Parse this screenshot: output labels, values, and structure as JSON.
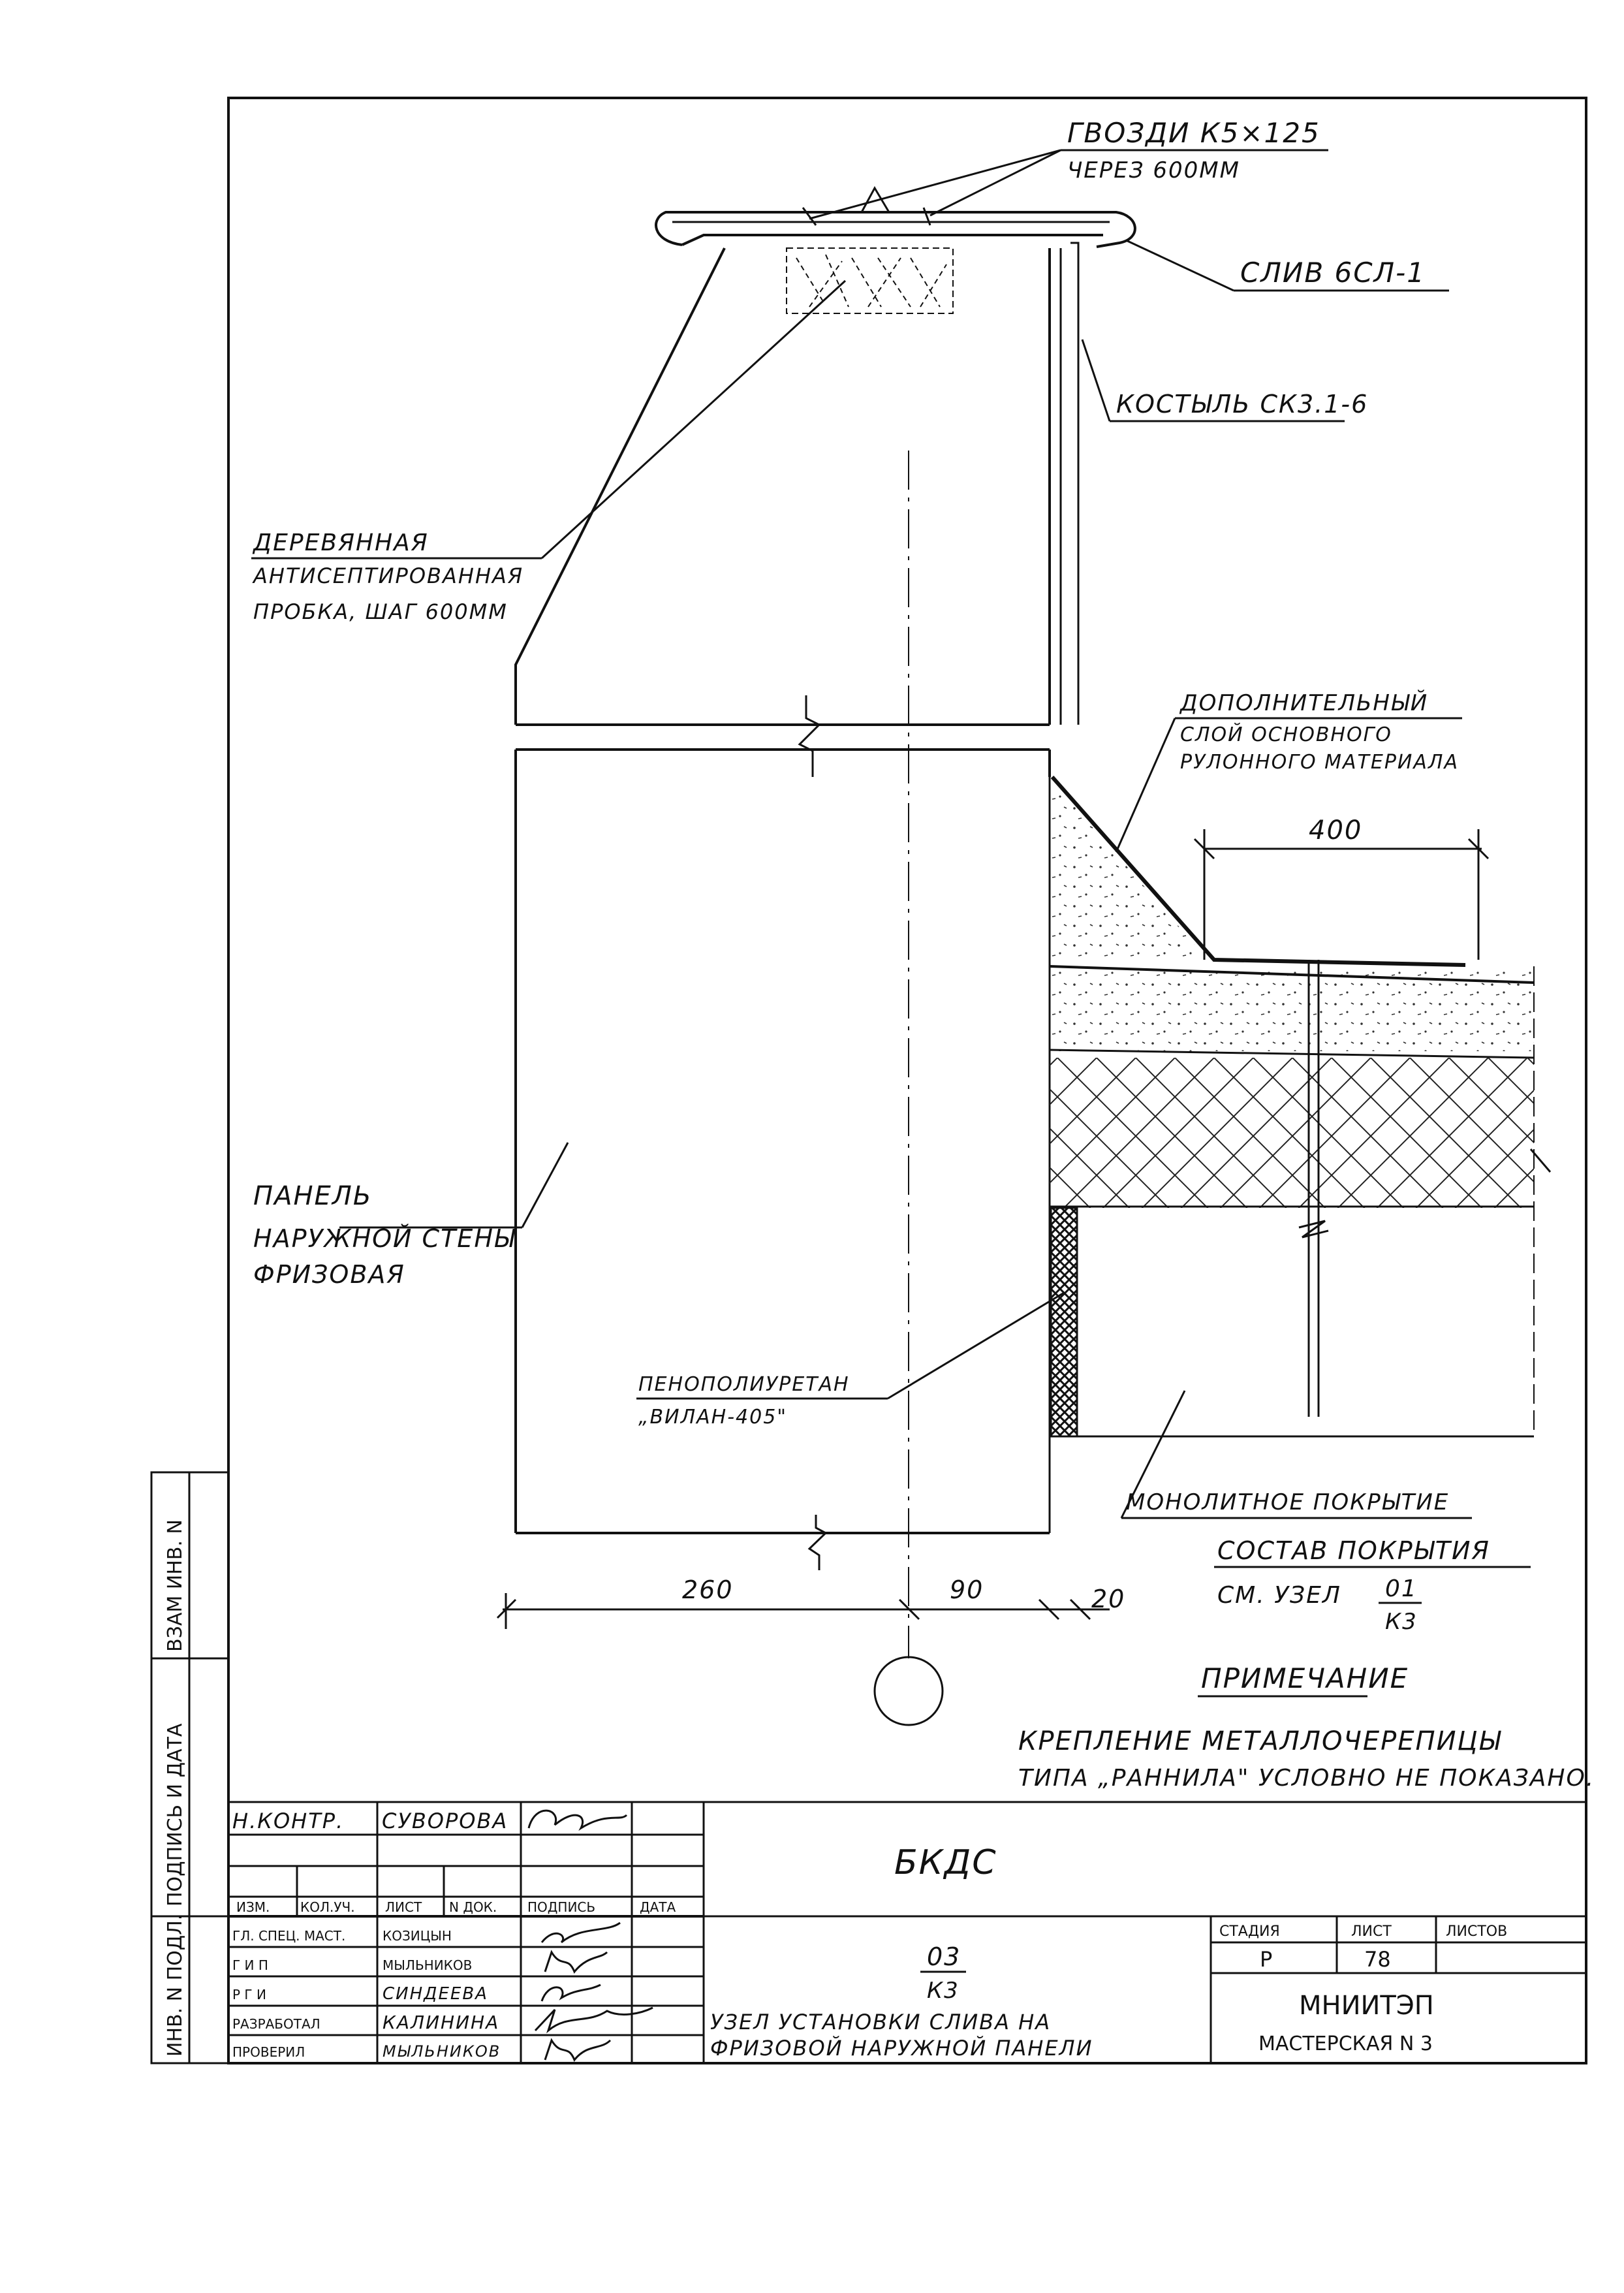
{
  "drawing": {
    "labels": {
      "nails_line1": "ГВОЗДИ  К5×125",
      "nails_line2": "ЧЕРЕЗ 600ММ",
      "flashing": "СЛИВ 6СЛ-1",
      "crutch": "КОСТЫЛЬ СК3.1-6",
      "wood_plug_line1": "ДЕРЕВЯННАЯ",
      "wood_plug_line2": "АНТИСЕПТИРОВАННАЯ",
      "wood_plug_line3": "ПРОБКА, ШАГ 600ММ",
      "extra_layer_line1": "ДОПОЛНИТЕЛЬНЫЙ",
      "extra_layer_line2": "СЛОЙ ОСНОВНОГО",
      "extra_layer_line3": "РУЛОННОГО МАТЕРИАЛА",
      "panel_line1": "ПАНЕЛЬ",
      "panel_line2": "НАРУЖНОЙ СТЕНЫ",
      "panel_line3": "ФРИЗОВАЯ",
      "foam_line1": "ПЕНОПОЛИУРЕТАН",
      "foam_line2": "„ВИЛАН-405\"",
      "monolith": "МОНОЛИТНОЕ ПОКРЫТИЕ",
      "composition_line1": "СОСТАВ ПОКРЫТИЯ",
      "composition_line2": "СМ. УЗЕЛ",
      "composition_ref_num": "01",
      "composition_ref_den": "К3"
    },
    "dimensions": {
      "dim_400": "400",
      "dim_260": "260",
      "dim_90": "90",
      "dim_20": "20"
    }
  },
  "note": {
    "title": "ПРИМЕЧАНИЕ",
    "line1": "КРЕПЛЕНИЕ МЕТАЛЛОЧЕРЕПИЦЫ",
    "line2": "ТИПА „РАННИЛА\" УСЛОВНО НЕ ПОКАЗАНО."
  },
  "side_stamp": {
    "col1": "ВЗАМ ИНВ. N",
    "col2": "ПОДПИСЬ И ДАТА",
    "col3": "ИНВ. N ПОДЛ."
  },
  "title_block": {
    "norm_control_role": "Н.КОНТР.",
    "norm_control_name": "СУВОРОВА",
    "header_cols": [
      "ИЗМ.",
      "КОЛ.УЧ.",
      "ЛИСТ",
      "N ДОК.",
      "ПОДПИСЬ",
      "ДАТА"
    ],
    "project": "БКДС",
    "staff": [
      {
        "role": "ГЛ. СПЕЦ. МАСТ.",
        "name": "КОЗИЦЫН"
      },
      {
        "role": "Г И П",
        "name": "МЫЛЬНИКОВ"
      },
      {
        "role": "Р Г И",
        "name": "СИНДЕЕВА"
      },
      {
        "role": "РАЗРАБОТАЛ",
        "name": "КАЛИНИНА"
      },
      {
        "role": "ПРОВЕРИЛ",
        "name": "МЫЛЬНИКОВ"
      }
    ],
    "sheet_num": "03",
    "sheet_den": "К3",
    "title_line1": "УЗЕЛ УСТАНОВКИ СЛИВА НА",
    "title_line2": "ФРИЗОВОЙ НАРУЖНОЙ ПАНЕЛИ",
    "stage_label": "СТАДИЯ",
    "sheet_label": "ЛИСТ",
    "sheets_label": "ЛИСТОВ",
    "stage_value": "Р",
    "sheet_value": "78",
    "sheets_value": "",
    "org": "МНИИТЭП",
    "workshop": "МАСТЕРСКАЯ N 3"
  }
}
